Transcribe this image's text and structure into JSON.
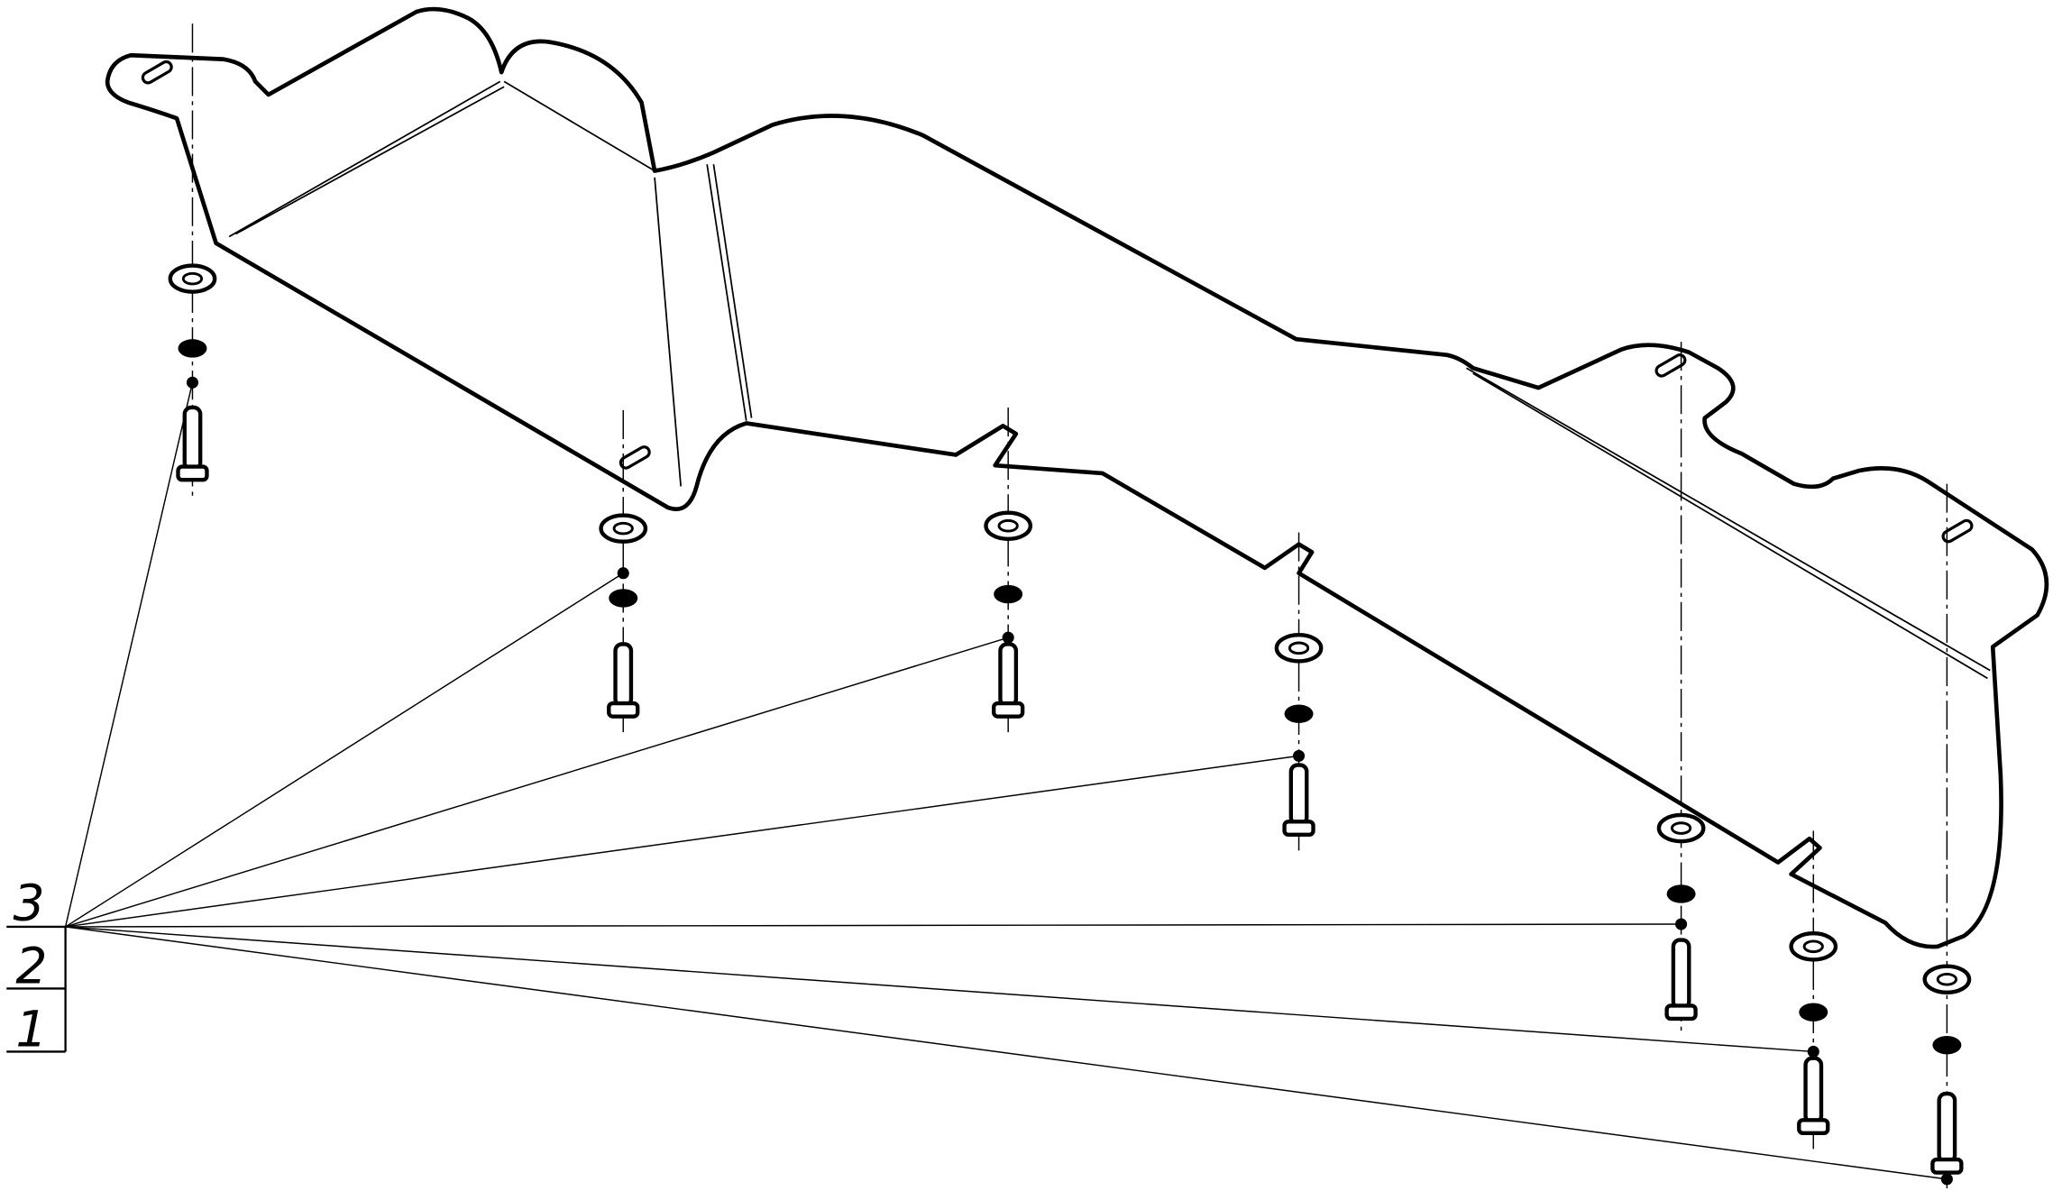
{
  "drawing": {
    "part_labels": [
      "3",
      "2",
      "1"
    ],
    "stroke_color": "#000000",
    "background": "#ffffff",
    "fastener_count": 7
  }
}
